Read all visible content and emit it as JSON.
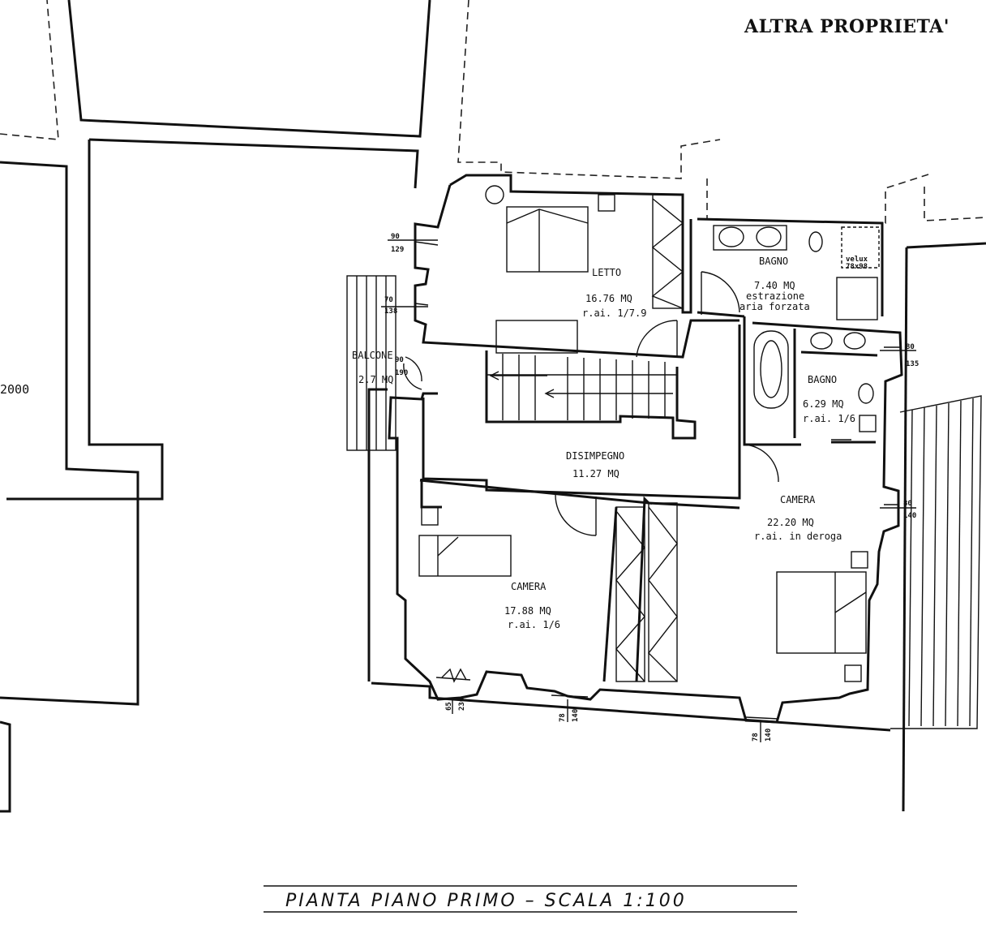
{
  "header": {
    "title": "ALTRA PROPRIETA'"
  },
  "side_number": "2000",
  "rooms": {
    "letto": {
      "name": "LETTO",
      "area": "16.76 MQ",
      "rai": "r.ai. 1/7.9"
    },
    "bagno1": {
      "name": "BAGNO",
      "area": "7.40 MQ",
      "note1": "estrazione",
      "note2": "aria forzata"
    },
    "velux": {
      "line1": "velux",
      "line2": "78x98"
    },
    "bagno2": {
      "name": "BAGNO",
      "area": "6.29 MQ",
      "rai": "r.ai. 1/6"
    },
    "balcone": {
      "name": "BALCONE",
      "area": "2.7 MQ"
    },
    "disimpegno": {
      "name": "DISIMPEGNO",
      "area": "11.27 MQ"
    },
    "camera_right": {
      "name": "CAMERA",
      "area": "22.20 MQ",
      "rai": "r.ai. in deroga"
    },
    "camera_left": {
      "name": "CAMERA",
      "area": "17.88 MQ",
      "rai": "r.ai. 1/6"
    }
  },
  "dimensions": {
    "d1": {
      "w": "90",
      "h": "129"
    },
    "d2": {
      "w": "70",
      "h": "138"
    },
    "d3": {
      "w": "90",
      "h": "190"
    },
    "d4": {
      "w": "80",
      "h": "135"
    },
    "d5": {
      "w": "80",
      "h": "140"
    },
    "d6": {
      "w": "65",
      "h": "230"
    },
    "d7": {
      "w": "78",
      "h": "140"
    },
    "d8": {
      "w": "78",
      "h": "140"
    }
  },
  "caption": "PIANTA PIANO PRIMO – SCALA 1:100"
}
